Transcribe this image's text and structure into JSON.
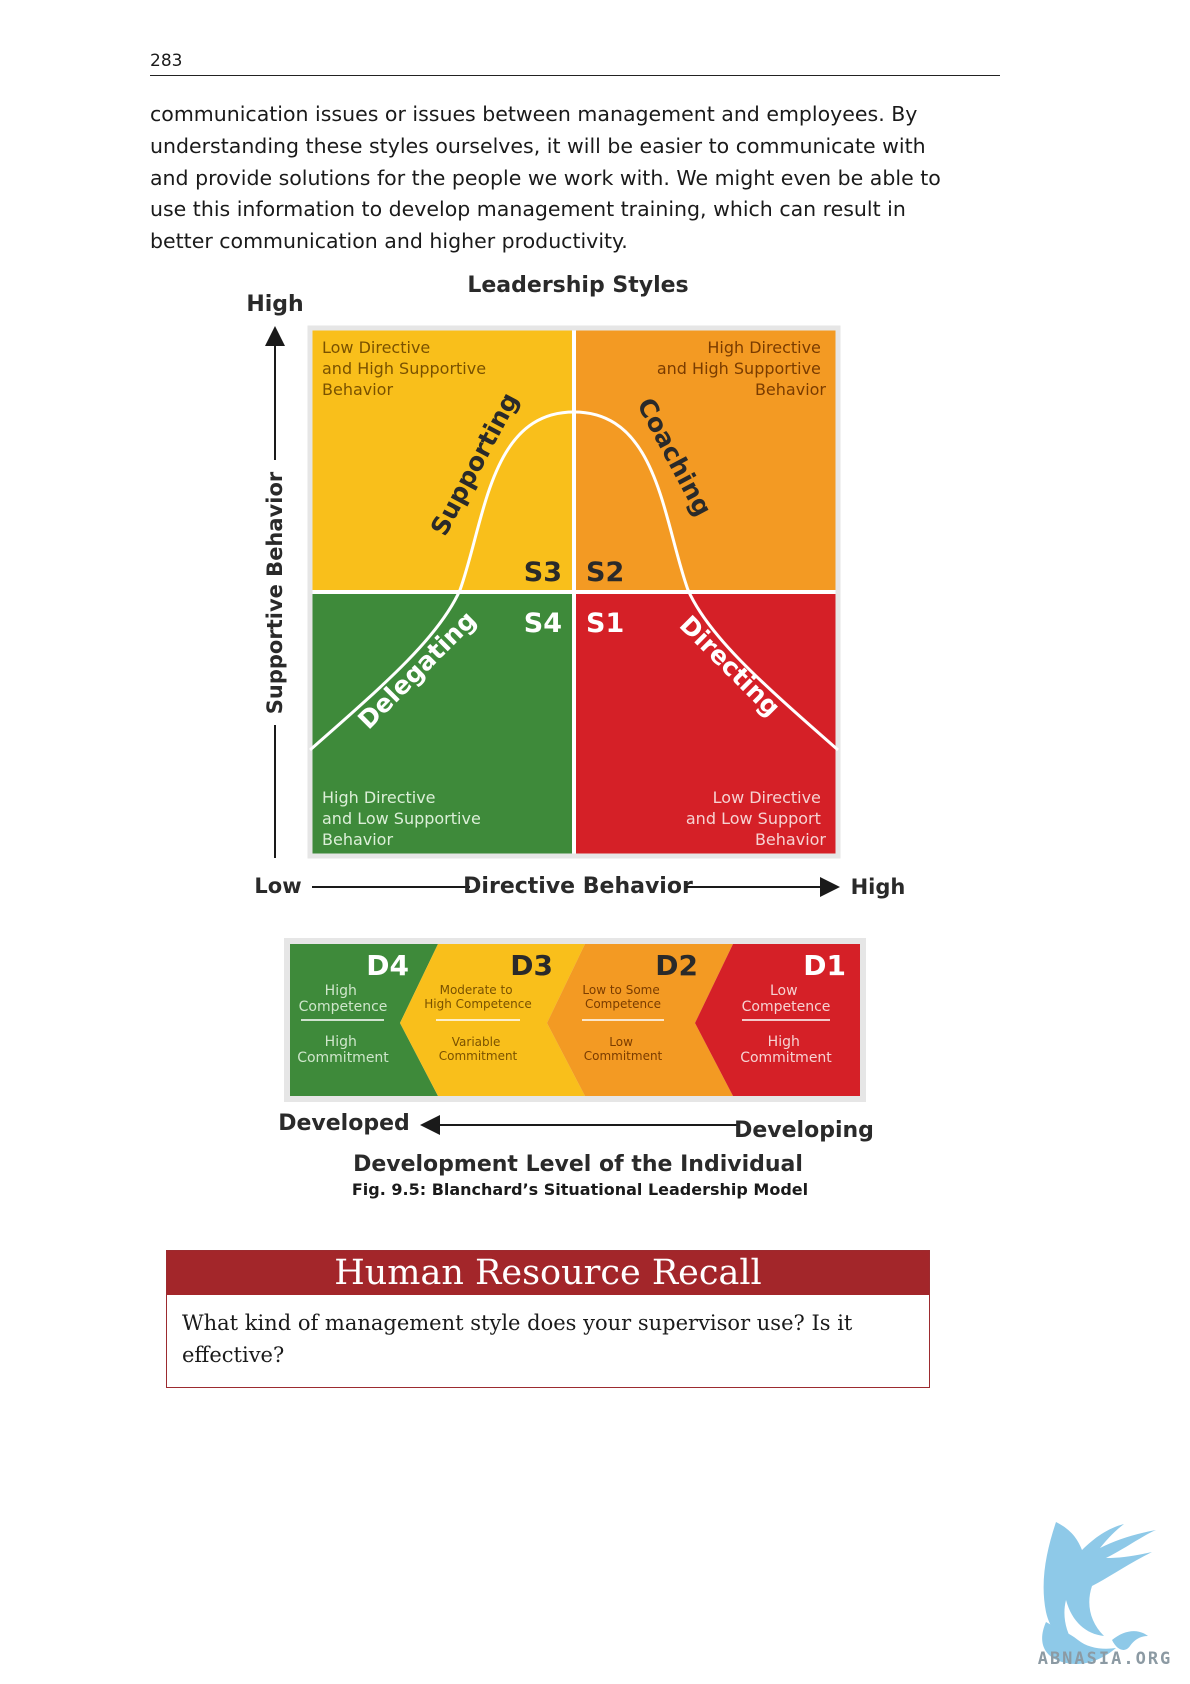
{
  "page": {
    "number": "283",
    "paragraph": "communication issues or issues between management and employees. By understanding these styles ourselves, it will be easier to communicate with and provide solutions for the people we work with. We might even be able to use this information to develop management training, which can result in better communication and higher productivity."
  },
  "figure": {
    "title": "Leadership Styles",
    "y_axis": {
      "label": "Supportive Behavior",
      "high": "High"
    },
    "x_axis": {
      "label": "Directive Behavior",
      "low": "Low",
      "high": "High"
    },
    "quadrants": [
      {
        "code": "S3",
        "style": "Supporting",
        "description": [
          "Low Directive",
          "and High Supportive",
          "Behavior"
        ],
        "color": "#f9bf1b"
      },
      {
        "code": "S2",
        "style": "Coaching",
        "description": [
          "High Directive",
          "and High Supportive",
          "Behavior"
        ],
        "color": "#f39a23"
      },
      {
        "code": "S4",
        "style": "Delegating",
        "description": [
          "High Directive",
          "and Low Supportive",
          "Behavior"
        ],
        "color": "#3e8a3a"
      },
      {
        "code": "S1",
        "style": "Directing",
        "description": [
          "Low Directive",
          "and Low Support",
          "Behavior"
        ],
        "color": "#d52027"
      }
    ],
    "development_levels": [
      {
        "code": "D4",
        "competence": [
          "High",
          "Competence"
        ],
        "commitment": [
          "High",
          "Commitment"
        ],
        "color": "#3e8a3a"
      },
      {
        "code": "D3",
        "competence": [
          "Moderate to",
          "High Competence"
        ],
        "commitment": [
          "Variable",
          "Commitment"
        ],
        "color": "#f9bf1b"
      },
      {
        "code": "D2",
        "competence": [
          "Low to Some",
          "Competence"
        ],
        "commitment": [
          "Low",
          "Commitment"
        ],
        "color": "#f39a23"
      },
      {
        "code": "D1",
        "competence": [
          "Low",
          "Competence"
        ],
        "commitment": [
          "High",
          "Commitment"
        ],
        "color": "#d52027"
      }
    ],
    "development_axis": {
      "developed": "Developed",
      "developing": "Developing",
      "label": "Development Level of the Individual"
    },
    "caption": "Fig. 9.5: Blanchard’s Situational Leadership Model"
  },
  "recall": {
    "title": "Human Resource Recall",
    "question": "What kind of management style does your supervisor use? Is it effective?",
    "header_color": "#a3262a"
  },
  "logo": {
    "text": "ABNASIA.ORG",
    "icon": "griffin-logo-icon"
  }
}
